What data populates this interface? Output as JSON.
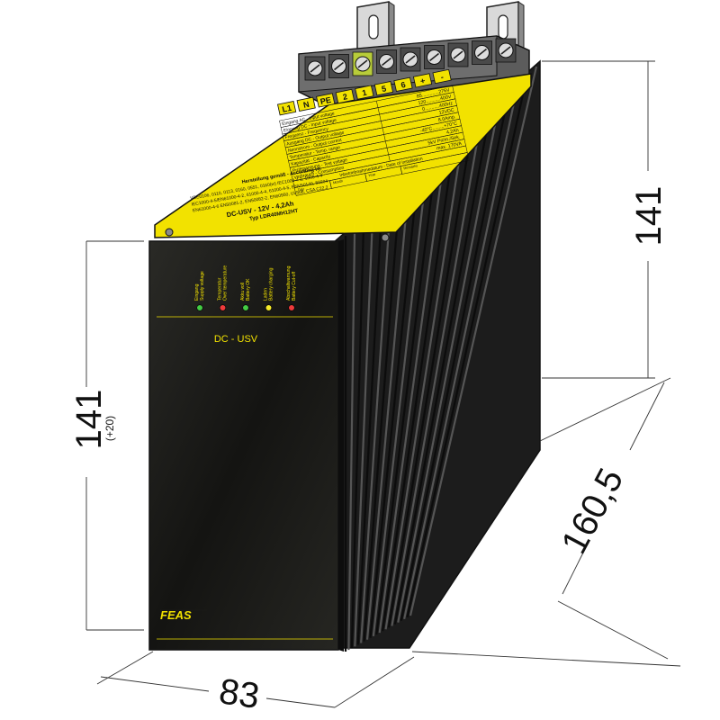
{
  "dimensions": {
    "height_front": "141",
    "height_front_note": "(+20)",
    "height_back": "141",
    "depth": "160,5",
    "width": "83"
  },
  "terminals": [
    "L1",
    "N",
    "PE",
    "2",
    "1",
    "5",
    "6",
    "+",
    "-"
  ],
  "spec_rows": [
    {
      "label": "Eingang AC  -  Input voltage",
      "value": "85.............276V"
    },
    {
      "label": "Eingang DC  -  Input voltage",
      "value": "120...........400V"
    },
    {
      "label": "Frequenz  -  Frequency",
      "value": "0...........400Hz"
    },
    {
      "label": "Ausgang DC  -  Output voltage",
      "value": "12VDC"
    },
    {
      "label": "Nennstrom  -  Output current",
      "value": "8,0Amp."
    },
    {
      "label": "Temperatur  -  Temp. range",
      "value": "-40°C.........+70°C"
    },
    {
      "label": "Kapazität  -  Capacity",
      "value": "4,2Ah"
    },
    {
      "label": "Prüfspannung  -  Test voltage",
      "value": "5kV Pri/m./Sek."
    },
    {
      "label": "Verbrauch  -  Consumption",
      "value": "max. 170VA"
    }
  ],
  "install_row": "Inbetriebnahmedatum  -  Date of installation",
  "install_cols": [
    "Day",
    "Month",
    "Year",
    "Remarks"
  ],
  "norms_title": "Herstellung gemäß  -  According to:",
  "norms_lines": [
    "VDE0106, 0110, 0113, 0160, 0551, 0160(w) IEC1000-4-2, 1000-4-4",
    "IEC1000-4-5/EN61000-4-2, 61000-4-4, 61000-4-5, ENV50140, 50204",
    "EN61000-4-6 EN50081-2, EN50082-2, EN60950, UL508, CSA C22.2"
  ],
  "label_title": "DC-USV  -  12V - 4,2Ah",
  "label_type": "Typ LDR40MH12HT",
  "leds": [
    {
      "line1": "Eingang",
      "line2": "Supply voltage",
      "color": "#44cc44"
    },
    {
      "line1": "Temperatur",
      "line2": "Over temperature",
      "color": "#ee3b3b"
    },
    {
      "line1": "Akku voll",
      "line2": "Battery OK",
      "color": "#44cc44"
    },
    {
      "line1": "Laden",
      "line2": "Battery charging",
      "color": "#f5ea2a"
    },
    {
      "line1": "Abschaltwarnung",
      "line2": "Battery Cut-off",
      "color": "#ee3b3b"
    }
  ],
  "front_title": "DC - USV",
  "logo": "FEAS",
  "colors": {
    "accent_yellow": "#f2e200",
    "panel_black": "#1a1a18",
    "heatsink_dark": "#222222"
  }
}
